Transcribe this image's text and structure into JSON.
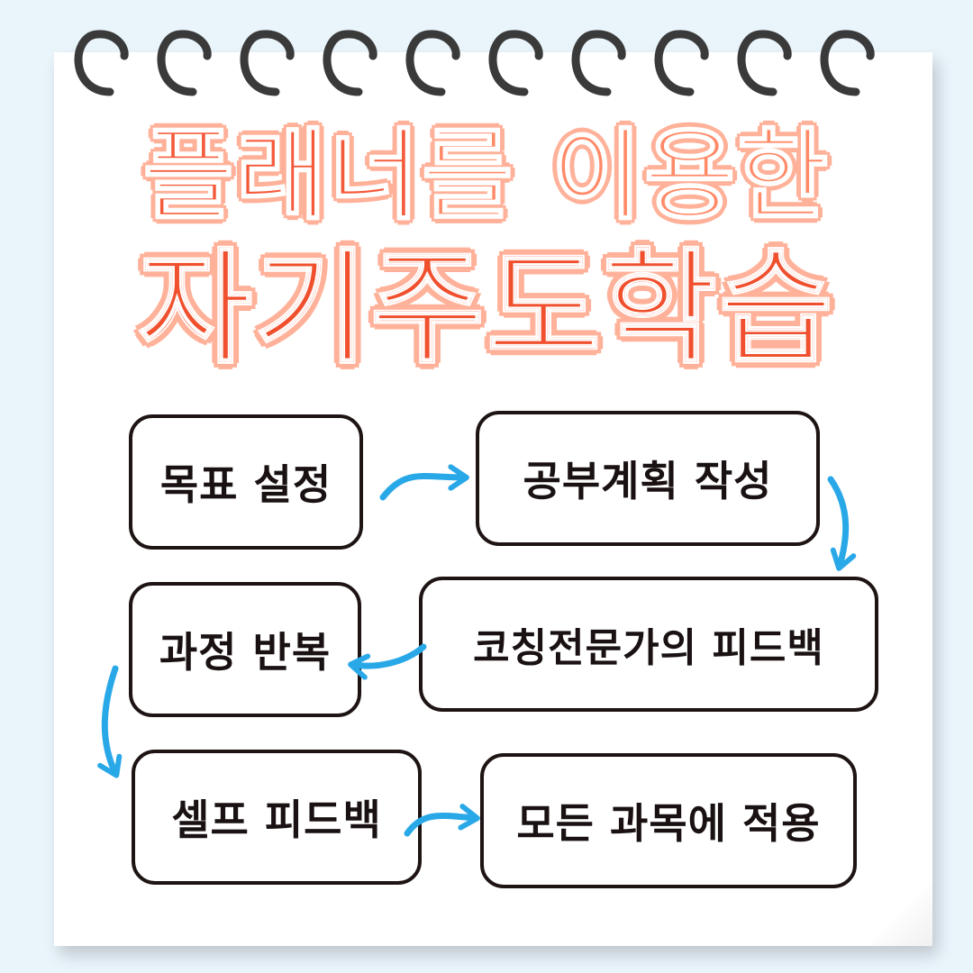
{
  "title": {
    "line1_part1": "플래너",
    "line1_part2": "를",
    "line1_part3": " 이용한",
    "line2": "자기주도학습"
  },
  "steps": [
    {
      "label": "목표 설정"
    },
    {
      "label": "공부계획 작성"
    },
    {
      "label": "코칭전문가의 피드백"
    },
    {
      "label": "과정 반복"
    },
    {
      "label": "셀프 피드백"
    },
    {
      "label": "모든 과목에 적용"
    }
  ],
  "colors": {
    "title_red": "#f45a3a",
    "title_outline": "#ffb199",
    "arrow_blue": "#29a8e8",
    "node_border": "#1e1414",
    "background": "#e9f4fb"
  }
}
